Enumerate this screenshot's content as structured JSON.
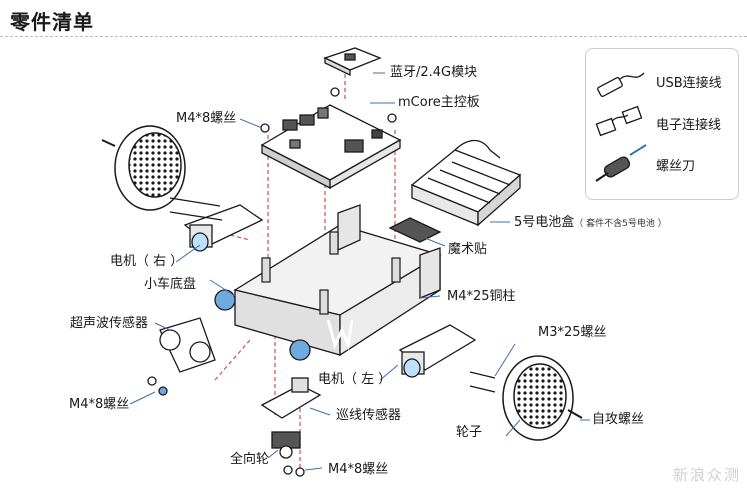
{
  "title": "零件清单",
  "labels": {
    "bluetooth": "蓝牙/2.4G模块",
    "mcore": "mCore主控板",
    "m4x8_top": "M4*8螺丝",
    "battery_box": "5号电池盒",
    "battery_note": "（ 套件不含5号电池 ）",
    "velcro": "魔术贴",
    "motor_right": "电机（ 右 ）",
    "chassis": "小车底盘",
    "standoff": "M4*25铜柱",
    "ultrasonic": "超声波传感器",
    "m3x25": "M3*25螺丝",
    "motor_left": "电机（ 左 ）",
    "m4x8_left": "M4*8螺丝",
    "line_sensor": "巡线传感器",
    "wheel": "轮子",
    "self_tap": "自攻螺丝",
    "caster": "全向轮",
    "m4x8_bottom": "M4*8螺丝"
  },
  "legend": {
    "usb_cable": "USB连接线",
    "electronic_cable": "电子连接线",
    "screwdriver": "螺丝刀"
  },
  "watermark": "新浪众测",
  "colors": {
    "outline": "#1a1a1a",
    "leader": "#3a6fb0",
    "dashed": "#d94a4a",
    "accent_blue": "#6fa9dd"
  }
}
